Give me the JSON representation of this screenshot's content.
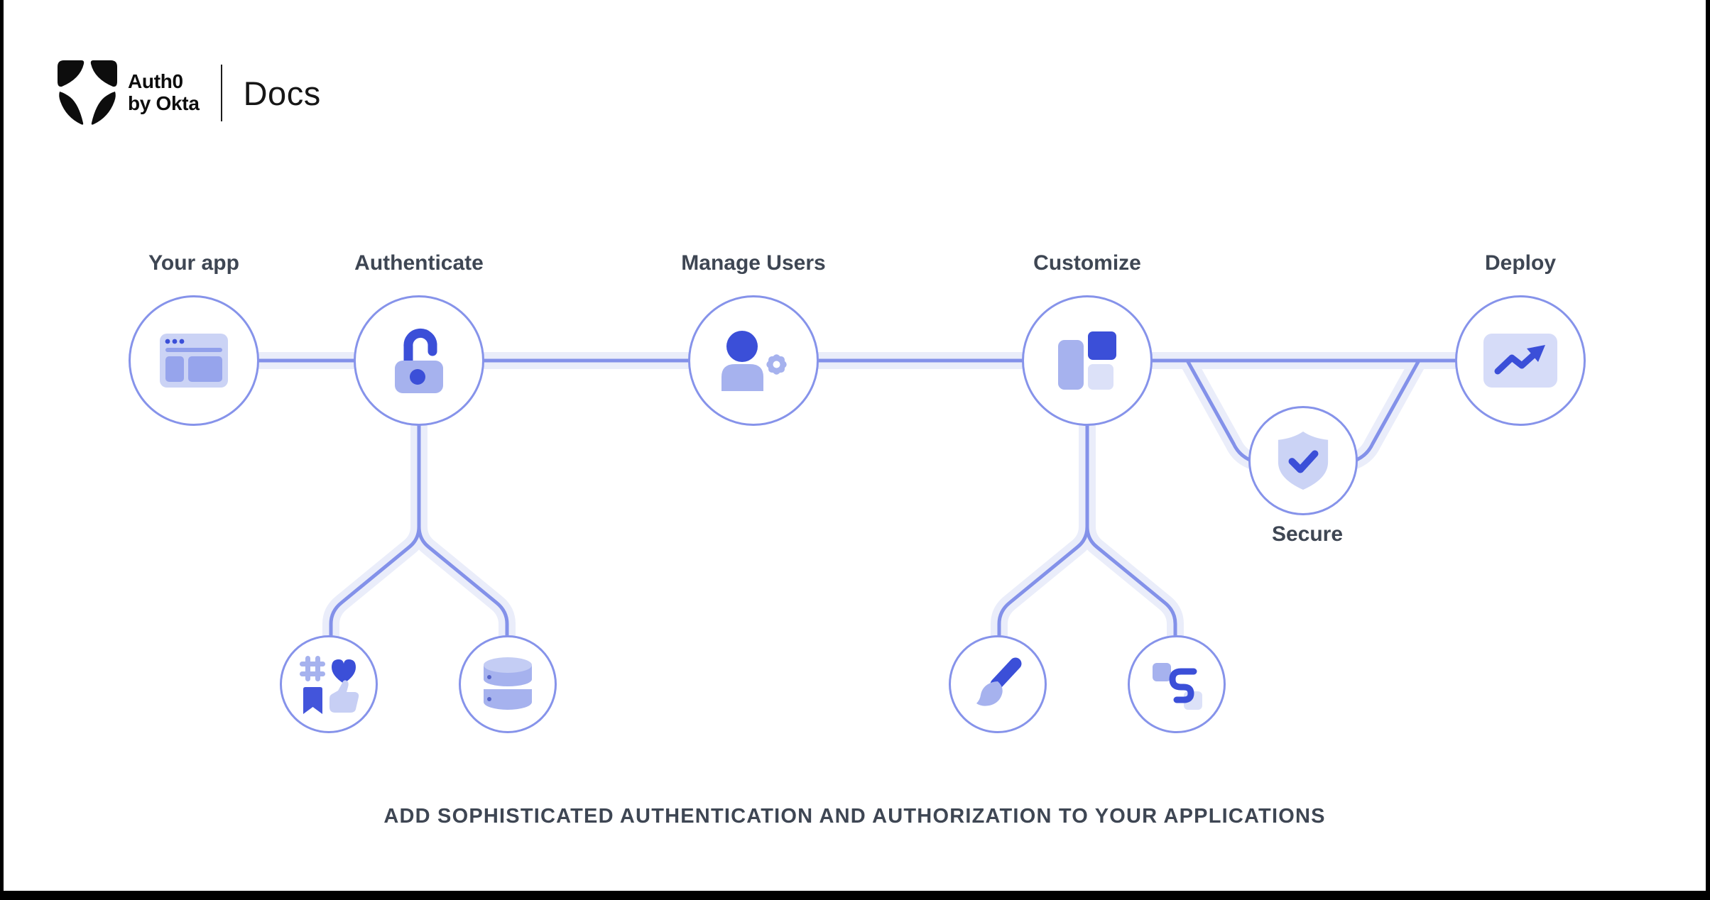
{
  "header": {
    "brand_line1": "Auth0",
    "brand_line2": "by Okta",
    "product": "Docs"
  },
  "palette": {
    "accent_blue": "#3B4FD8",
    "periwinkle_mid": "#A6B2EE",
    "periwinkle_light": "#CBD3F5",
    "periwinkle_extra_light": "#DCE1F8",
    "connector_line": "#8391E9",
    "connector_halo": "#EAEDFA",
    "circle_border": "#8693EA",
    "label_text": "#3E4653",
    "logo_black": "#0D0D0D"
  },
  "diagram": {
    "nodes": [
      {
        "id": "your-app",
        "label": "Your app",
        "icon": "browser-window-icon"
      },
      {
        "id": "authenticate",
        "label": "Authenticate",
        "icon": "open-padlock-icon"
      },
      {
        "id": "manage-users",
        "label": "Manage Users",
        "icon": "user-gear-icon"
      },
      {
        "id": "customize",
        "label": "Customize",
        "icon": "layout-blocks-icon"
      },
      {
        "id": "deploy",
        "label": "Deploy",
        "icon": "trend-chart-icon"
      },
      {
        "id": "secure",
        "label": "Secure",
        "icon": "shield-check-icon"
      }
    ],
    "sub_nodes": [
      {
        "id": "social-connections",
        "icon": "social-engagement-icons"
      },
      {
        "id": "user-database",
        "icon": "database-icon"
      },
      {
        "id": "branding",
        "icon": "paintbrush-icon"
      },
      {
        "id": "flows",
        "icon": "flow-route-icon"
      }
    ]
  },
  "footer": {
    "headline": "ADD SOPHISTICATED AUTHENTICATION AND AUTHORIZATION TO YOUR APPLICATIONS"
  }
}
